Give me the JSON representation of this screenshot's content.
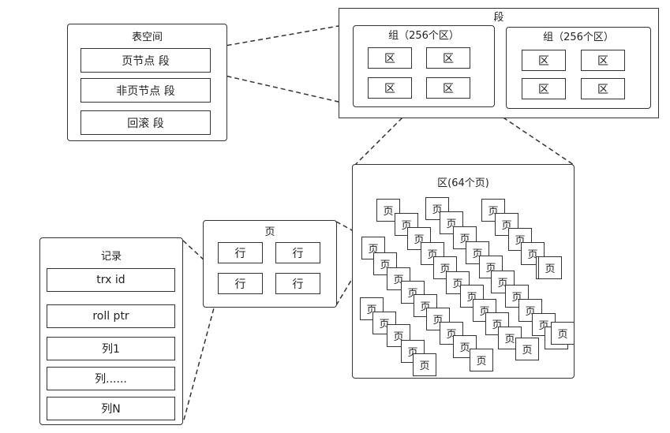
{
  "tablespace": {
    "title": "表空间",
    "rows": [
      "页节点 段",
      "非页节点 段",
      "回滚 段"
    ]
  },
  "segment": {
    "title": "段",
    "groups": [
      {
        "title": "组（256个区）",
        "extents": [
          "区",
          "区",
          "区",
          "区"
        ]
      },
      {
        "title": "组（256个区）",
        "extents": [
          "区",
          "区",
          "区",
          "区"
        ]
      }
    ]
  },
  "extent": {
    "title": "区(64个页)",
    "page_label": "页"
  },
  "page": {
    "title": "页",
    "rows": [
      "行",
      "行",
      "行",
      "行"
    ]
  },
  "record": {
    "title": "记录",
    "fields": [
      "trx id",
      "roll ptr",
      "列1",
      "列......",
      "列N"
    ]
  }
}
